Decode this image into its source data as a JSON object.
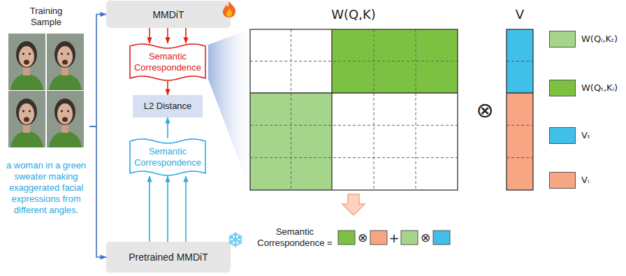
{
  "diagram": {
    "nodes": [
      {
        "text": [
          "Training Sample",
          "a woman in a green sweater making exaggerated facial expressions from different angles."
        ]
      },
      {
        "text": [
          "MMDiT"
        ]
      },
      {
        "text": [
          "Semantic Correspondence"
        ]
      },
      {
        "text": [
          "L2 Distance"
        ]
      },
      {
        "text": [
          "Semantic Correspondence"
        ]
      },
      {
        "text": [
          "Pretrained MMDiT"
        ]
      }
    ],
    "edges": [
      {
        "from": 0,
        "to": 1,
        "arrow": "to"
      },
      {
        "from": 0,
        "to": 5,
        "arrow": "to"
      },
      {
        "from": 1,
        "to": 2,
        "arrow": "to"
      },
      {
        "from": 1,
        "to": 2,
        "arrow": "to"
      },
      {
        "from": 1,
        "to": 2,
        "arrow": "to"
      },
      {
        "from": 2,
        "to": 3,
        "arrow": "to"
      },
      {
        "from": 4,
        "to": 3,
        "arrow": "to"
      },
      {
        "from": 5,
        "to": 4,
        "arrow": "to"
      },
      {
        "from": 5,
        "to": 4,
        "arrow": "to"
      },
      {
        "from": 5,
        "to": 4,
        "arrow": "to"
      }
    ],
    "labels": [
      "W(Q,K)",
      "V",
      "⊗",
      "Semantic Correspondence =",
      "⊗",
      "+",
      "⊗"
    ],
    "legend": [
      {
        "text": "W(Qᵢ,Kₜ)",
        "color": "#a5d58b"
      },
      {
        "text": "W(Qₜ,Kᵢ)",
        "color": "#7dc142"
      },
      {
        "text": "Vₜ",
        "color": "#40bfe8"
      },
      {
        "text": "Vᵢ",
        "color": "#f7a582"
      }
    ]
  }
}
